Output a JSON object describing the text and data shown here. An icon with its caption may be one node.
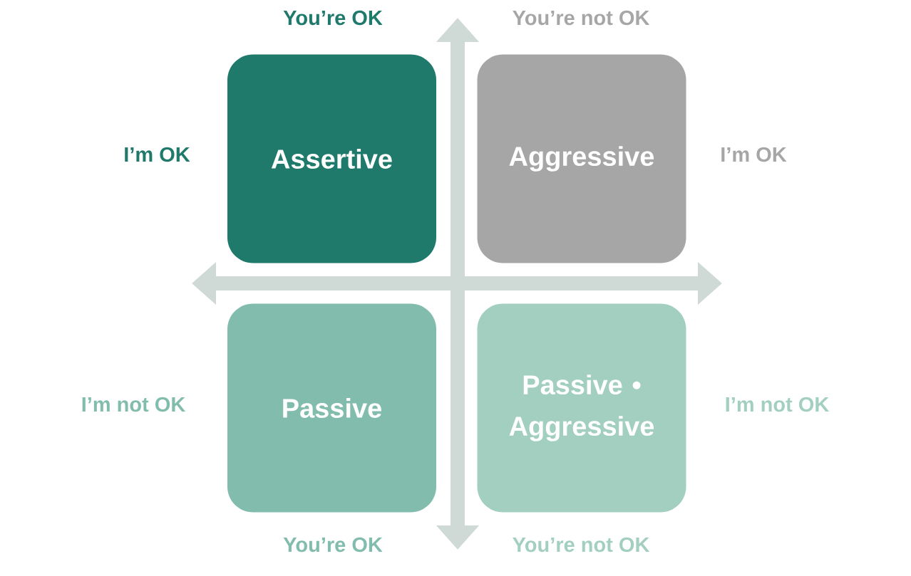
{
  "diagram": {
    "nodes": [
      {
        "text": [
          "Assertive"
        ]
      },
      {
        "text": [
          "Aggressive"
        ]
      },
      {
        "text": [
          "Passive"
        ]
      },
      {
        "text": [
          "Passive • Aggressive"
        ]
      }
    ],
    "labels": [
      "You’re OK",
      "You’re not OK",
      "I’m OK",
      "I’m OK",
      "I’m not OK",
      "I’m not OK",
      "You’re OK",
      "You’re not OK"
    ]
  }
}
